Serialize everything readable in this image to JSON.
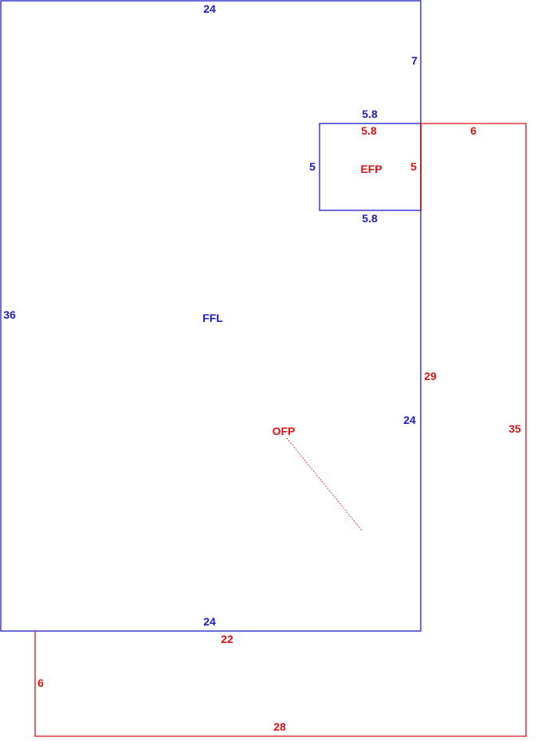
{
  "colors": {
    "ffl": "#1c1cc8",
    "porch": "#dc1414",
    "background": "#ffffff"
  },
  "areas": {
    "main_living": "FFL",
    "enclosed_porch": "EFP",
    "open_porch": "OFP"
  },
  "dimensions": {
    "ffl_top": "24",
    "ffl_upper_right": "7",
    "ffl_left": "36",
    "ffl_right_lower": "24",
    "ffl_bottom": "24",
    "efp_top_blue": "5.8",
    "efp_top_red": "5.8",
    "efp_left": "5",
    "efp_right": "5",
    "efp_bottom": "5.8",
    "ofp_top": "6",
    "ofp_right": "35",
    "ofp_inner_right": "29",
    "ofp_inner_bottom": "22",
    "ofp_left": "6",
    "ofp_bottom": "28"
  }
}
